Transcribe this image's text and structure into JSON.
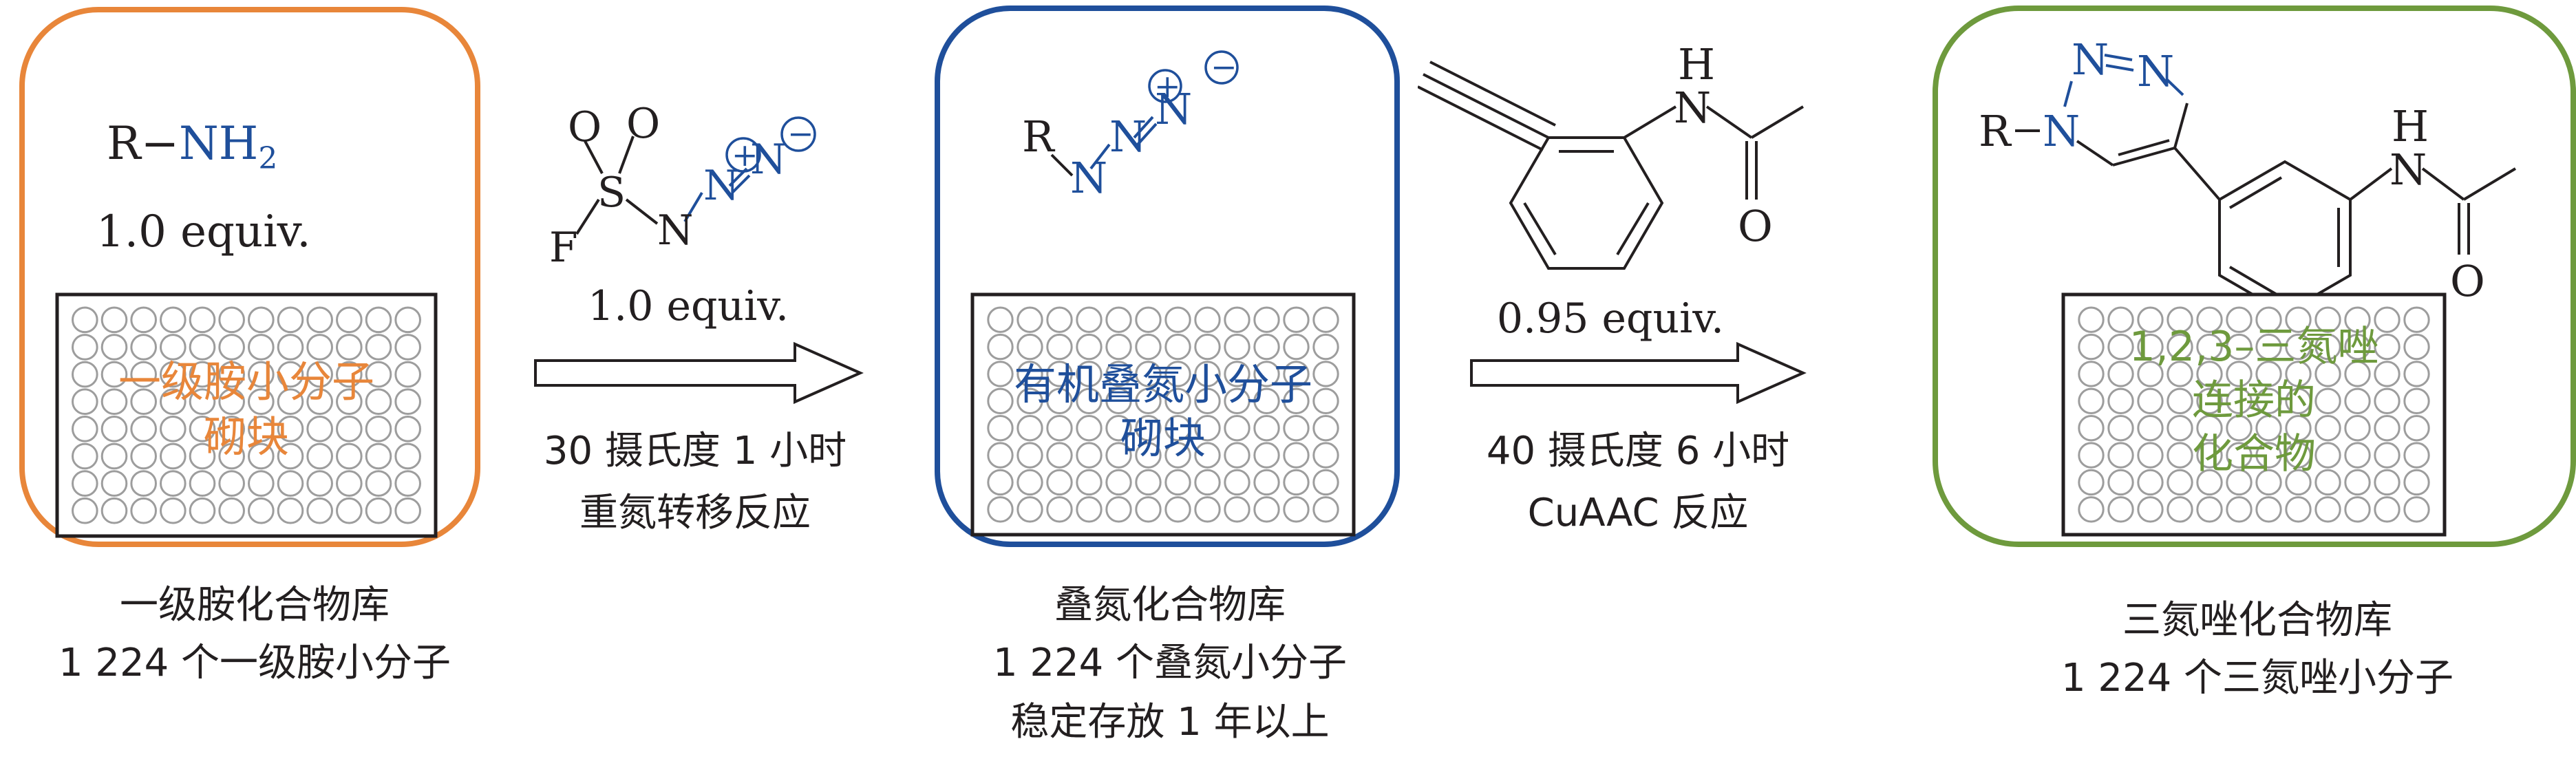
{
  "colors": {
    "amine": "#e8863a",
    "azide": "#1f4f9b",
    "triazole": "#6e9a3d",
    "ink": "#231f20",
    "well": "#9d9d9d"
  },
  "panel1": {
    "formula_r": "R",
    "formula_nh2": "NH",
    "formula_sub": "2",
    "equiv": "1.0 equiv.",
    "plate_label": "一级胺小分子\n砌块",
    "caption_line1": "一级胺化合物库",
    "caption_line2": "1 224 个一级胺小分子"
  },
  "step1": {
    "reagent": {
      "o1": "O",
      "o2": "O",
      "s": "S",
      "f": "F",
      "n1": "N",
      "n2": "N",
      "n3": "N",
      "plus": "+",
      "minus": "−"
    },
    "equiv": "1.0 equiv.",
    "condition_line1": "30 摄氏度 1 小时",
    "condition_line2": "重氮转移反应"
  },
  "panel2": {
    "r": "R",
    "n1": "N",
    "n2": "N",
    "n3": "N",
    "plus": "+",
    "minus": "−",
    "plate_label": "有机叠氮小分子\n砌块",
    "caption_line1": "叠氮化合物库",
    "caption_line2": "1 224 个叠氮小分子",
    "caption_line3": "稳定存放 1 年以上"
  },
  "step2": {
    "reagent": {
      "h": "H",
      "n": "N",
      "o": "O"
    },
    "equiv": "0.95 equiv.",
    "condition_line1": "40 摄氏度 6 小时",
    "condition_line2": "CuAAC 反应"
  },
  "panel3": {
    "r": "R",
    "n1": "N",
    "n2": "N",
    "n3": "N",
    "h": "H",
    "n_amide": "N",
    "o": "O",
    "plate_label": "1,2,3–三氮唑\n连接的\n化合物",
    "caption_line1": "三氮唑化合物库",
    "caption_line2": "1 224 个三氮唑小分子"
  }
}
